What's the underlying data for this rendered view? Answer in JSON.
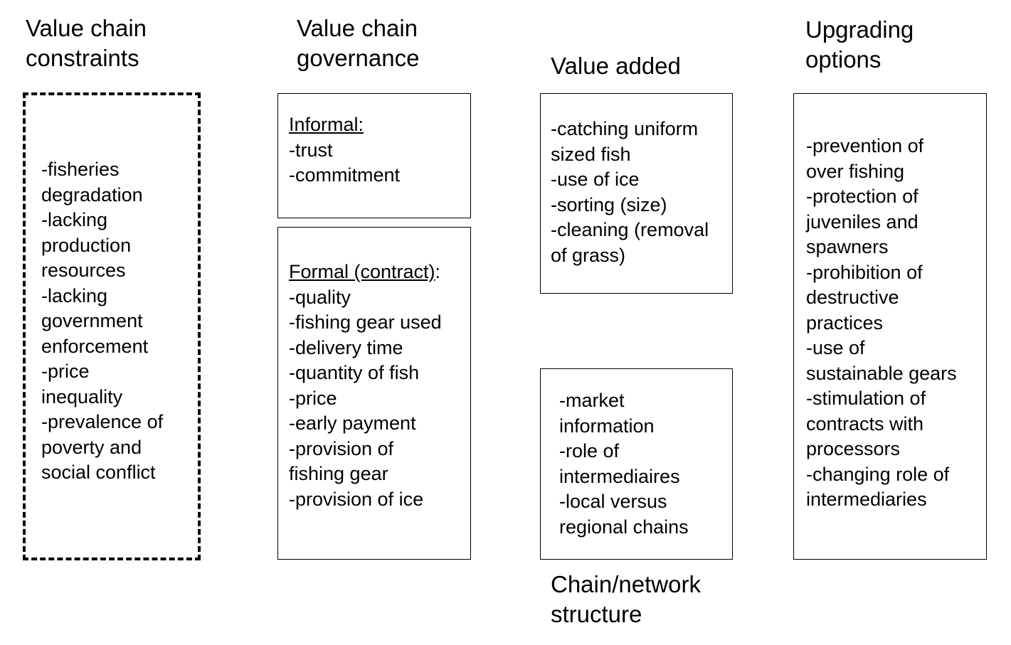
{
  "headings": {
    "constraints": "Value chain\nconstraints",
    "governance": "Value chain\ngovernance",
    "value_added": "Value added",
    "upgrading": "Upgrading\noptions",
    "chain_structure": "Chain/network\nstructure"
  },
  "constraints_box": {
    "lines": [
      "-fisheries",
      "degradation",
      "-lacking",
      "production",
      "resources",
      "-lacking",
      "government",
      "enforcement",
      "-price",
      "inequality",
      "-prevalence of",
      "poverty and",
      "social conflict"
    ]
  },
  "governance_informal": {
    "title": "Informal:",
    "lines": [
      "-trust",
      "-commitment"
    ]
  },
  "governance_formal": {
    "title": "Formal (contract)",
    "title_suffix": ":",
    "lines": [
      "-quality",
      "-fishing gear used",
      "-delivery time",
      "-quantity of fish",
      "-price",
      "-early payment",
      "-provision of",
      "fishing gear",
      "-provision of ice"
    ]
  },
  "value_added_box": {
    "lines": [
      "-catching uniform",
      "sized fish",
      "-use of ice",
      "-sorting (size)",
      "-cleaning (removal",
      "of grass)"
    ]
  },
  "structure_box": {
    "lines": [
      "-market",
      "information",
      "-role of",
      "intermediaires",
      "-local versus",
      "regional chains"
    ]
  },
  "upgrading_box": {
    "lines": [
      "-prevention of",
      "over fishing",
      "-protection of",
      "juveniles and",
      "spawners",
      "-prohibition of",
      "destructive",
      "practices",
      "-use of",
      "sustainable gears",
      "-stimulation of",
      "contracts with",
      "processors",
      "-changing role of",
      "intermediaries"
    ]
  }
}
